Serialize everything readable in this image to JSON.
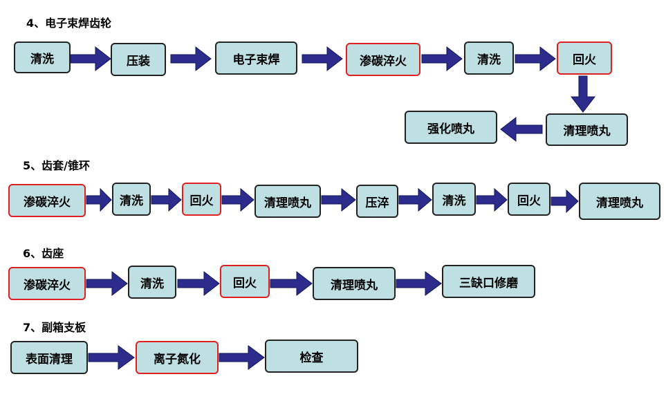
{
  "sections": [
    {
      "title": "4、电子束焊齿轮",
      "steps": [
        {
          "label": "清洗",
          "highlight": false
        },
        {
          "label": "压装",
          "highlight": false
        },
        {
          "label": "电子束焊",
          "highlight": false
        },
        {
          "label": "渗碳淬火",
          "highlight": true
        },
        {
          "label": "清洗",
          "highlight": false
        },
        {
          "label": "回火",
          "highlight": true
        },
        {
          "label": "清理喷丸",
          "highlight": false
        },
        {
          "label": "强化喷丸",
          "highlight": false
        }
      ]
    },
    {
      "title": "5、齿套/锥环",
      "steps": [
        {
          "label": "渗碳淬火",
          "highlight": true
        },
        {
          "label": "清洗",
          "highlight": false
        },
        {
          "label": "回火",
          "highlight": true
        },
        {
          "label": "清理喷丸",
          "highlight": false
        },
        {
          "label": "压淬",
          "highlight": false
        },
        {
          "label": "清洗",
          "highlight": false
        },
        {
          "label": "回火",
          "highlight": false
        },
        {
          "label": "清理喷丸",
          "highlight": false
        }
      ]
    },
    {
      "title": "6、齿座",
      "steps": [
        {
          "label": "渗碳淬火",
          "highlight": true
        },
        {
          "label": "清洗",
          "highlight": false
        },
        {
          "label": "回火",
          "highlight": true
        },
        {
          "label": "清理喷丸",
          "highlight": false
        },
        {
          "label": "三缺口修磨",
          "highlight": false
        }
      ]
    },
    {
      "title": "7、副箱支板",
      "steps": [
        {
          "label": "表面清理",
          "highlight": false
        },
        {
          "label": "离子氮化",
          "highlight": true
        },
        {
          "label": "检查",
          "highlight": false
        }
      ]
    }
  ],
  "colors": {
    "box_fill": "#bfe0e2",
    "box_border": "#222222",
    "highlight_border": "#e02020",
    "arrow_fill": "#2c2c8c"
  }
}
